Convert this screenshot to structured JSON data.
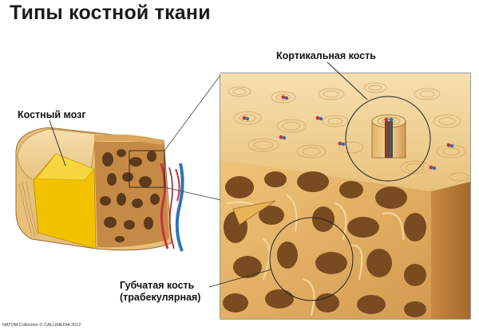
{
  "title": "Типы костной ткани",
  "labels": {
    "cortical": "Кортикальная кость",
    "marrow": "Костный мозг",
    "spongy_line1": "Губчатая кость",
    "spongy_line2": "(трабекулярная)"
  },
  "credit": "NATOM Collection © CALLIMEDIA 2012",
  "colors": {
    "bone_light": "#f2d497",
    "bone_mid": "#e5b468",
    "bone_dark": "#b6813e",
    "marrow_yellow": "#f2c200",
    "cavity_dark": "#6b4120",
    "vessel_red": "#c8323c",
    "vessel_blue": "#2a73b8"
  }
}
